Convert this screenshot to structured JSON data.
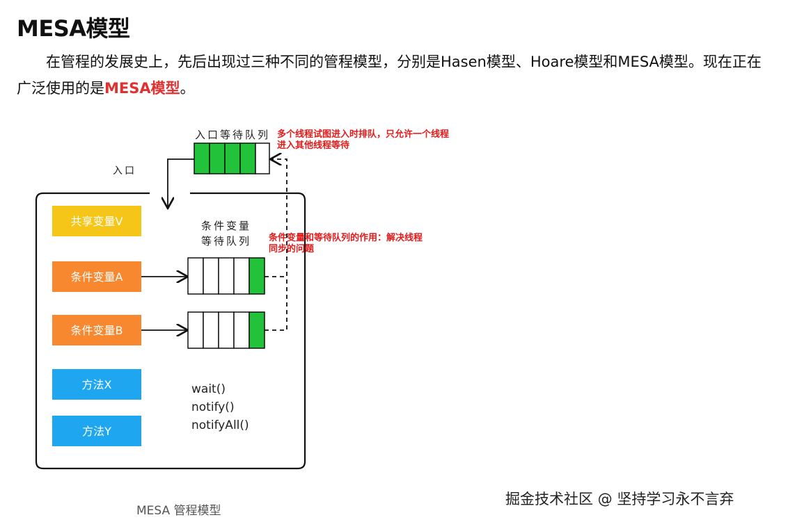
{
  "heading": "MESA模型",
  "paragraph": {
    "text_before": "在管程的发展史上，先后出现过三种不同的管程模型，分别是Hasen模型、Hoare模型和MESA模型。现在正在广泛使用的是",
    "highlight": "MESA模型",
    "text_after": "。"
  },
  "diagram": {
    "entry_queue_label": "入口等待队列",
    "entry_label": "入口",
    "entry_annotation": [
      "多个线程试图进入时排队，只允许一个线程",
      "进入其他线程等待"
    ],
    "condvar_queue_label": [
      "条件变量",
      "等待队列"
    ],
    "condvar_annotation": [
      "条件变量和等待队列的作用：解决线程",
      "同步的问题"
    ],
    "boxes": {
      "shared_var": "共享变量V",
      "cond_a": "条件变量A",
      "cond_b": "条件变量B",
      "method_x": "方法X",
      "method_y": "方法Y"
    },
    "methods": [
      "wait()",
      "notify()",
      "notifyAll()"
    ],
    "colors": {
      "yellow": "#f5c518",
      "orange": "#f7882f",
      "blue": "#1ea7f0",
      "green": "#22c23a",
      "annotation_red": "#e21b1b"
    }
  },
  "caption": "MESA 管程模型",
  "watermark": "掘金技术社区 @ 坚持学习永不言弃"
}
